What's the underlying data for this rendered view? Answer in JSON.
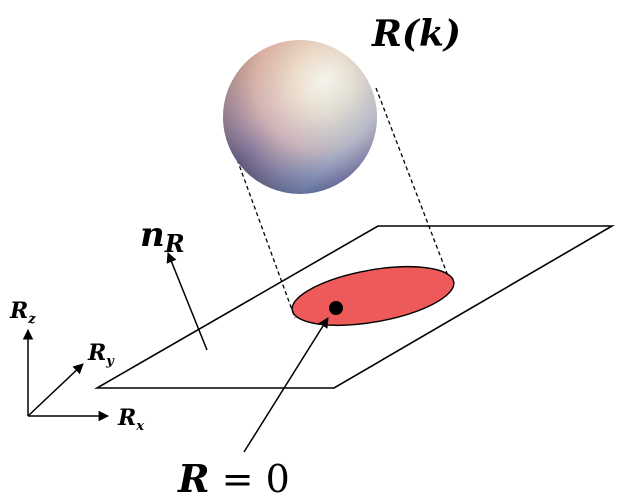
{
  "labels": {
    "sphere": "R(k)",
    "normal_main": "n",
    "normal_sub": "R",
    "zero_main": "R",
    "zero_rest": " = 0",
    "axis_z_main": "R",
    "axis_z_sub": "z",
    "axis_y_main": "R",
    "axis_y_sub": "y",
    "axis_x_main": "R",
    "axis_x_sub": "x"
  },
  "colors": {
    "ellipse_fill": "#ee5a5a",
    "point": "#000000",
    "lines": "#000000"
  }
}
